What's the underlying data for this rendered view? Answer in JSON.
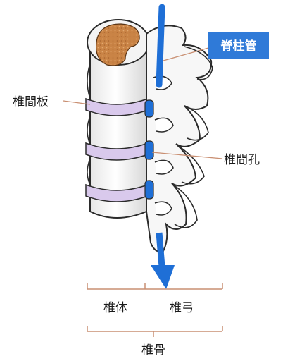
{
  "labels": {
    "spinal_canal": "脊柱管",
    "intervertebral_disc": "椎間板",
    "intervertebral_foramen": "椎間孔",
    "vertebral_body": "椎体",
    "vertebral_arch": "椎弓",
    "vertebra": "椎骨"
  },
  "colors": {
    "accent_blue": "#1f6fd6",
    "badge_blue": "#2f7ad8",
    "leader_line": "#c98f72",
    "bone_outline": "#2b2b2b",
    "disc_tint": "#d9c9ec",
    "marrow": "#c98345"
  }
}
